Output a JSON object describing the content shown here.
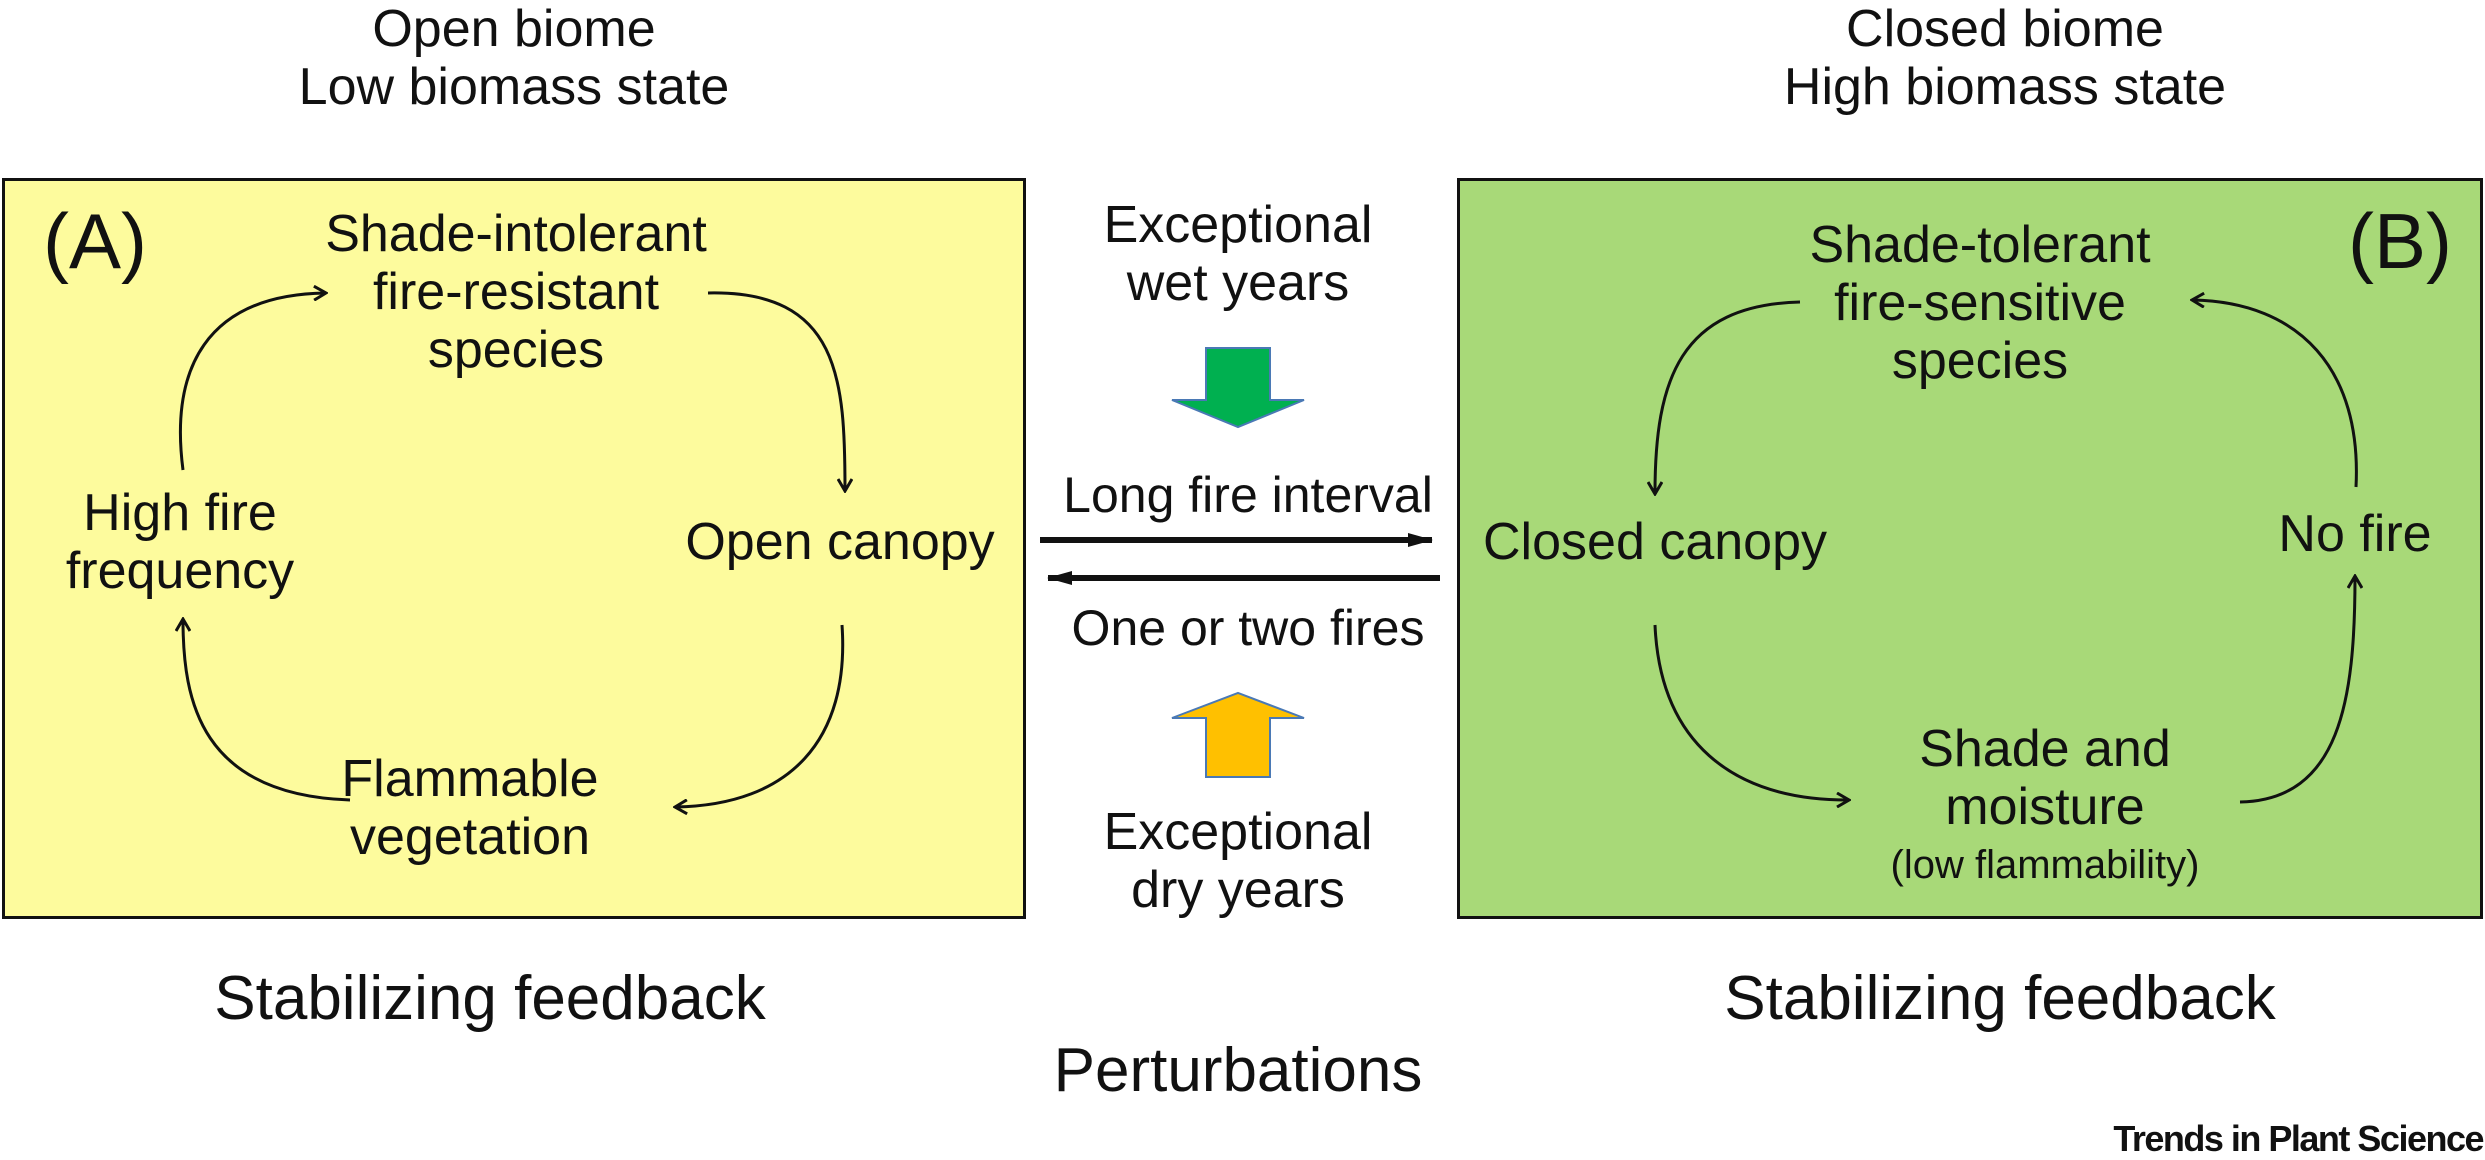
{
  "left_state": {
    "header": "Open biome\nLow biomass state",
    "label": "(A)",
    "color": "#fdfb9d",
    "nodes": {
      "top": "Shade-intolerant\nfire-resistant\nspecies",
      "right": "Open canopy",
      "bottom": "Flammable\nvegetation",
      "left": "High fire\nfrequency"
    },
    "caption": "Stabilizing feedback"
  },
  "right_state": {
    "header": "Closed biome\nHigh biomass state",
    "label": "(B)",
    "color": "#a8d978",
    "nodes": {
      "top": "Shade-tolerant\nfire-sensitive\nspecies",
      "left": "Closed canopy",
      "bottom": "Shade and\nmoisture",
      "bottom_note": "(low flammability)",
      "right": "No fire"
    },
    "caption": "Stabilizing feedback"
  },
  "perturbations": {
    "wet": "Exceptional\nwet years",
    "wet_arrow_color": "#00b050",
    "forward": "Long fire interval",
    "backward": "One or two fires",
    "dry": "Exceptional\ndry years",
    "dry_arrow_color": "#ffc000",
    "title": "Perturbations"
  },
  "brand": "Trends in Plant Science"
}
